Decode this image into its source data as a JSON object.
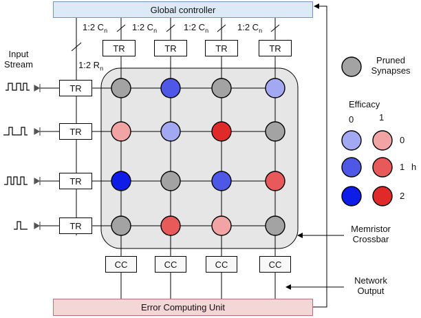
{
  "controller": {
    "label": "Global controller"
  },
  "error_unit": {
    "label": "Error Computing Unit"
  },
  "input_stream": {
    "line1": "Input",
    "line2": "Stream"
  },
  "ratio_col": {
    "prefix": "1:2 C",
    "sub": "n"
  },
  "ratio_row": {
    "prefix": "1:2 R",
    "sub": "n"
  },
  "tr_label": "TR",
  "cc_label": "CC",
  "legend": {
    "pruned_line1": "Pruned",
    "pruned_line2": "Synapses",
    "efficacy_title": "Efficacy",
    "col_labels": [
      "0",
      "1"
    ],
    "row_labels": [
      "0",
      "1",
      "2"
    ],
    "h_label": "h"
  },
  "crossbar_label": {
    "line1": "Memristor",
    "line2": "Crossbar"
  },
  "network_output": {
    "line1": "Network",
    "line2": "Output"
  },
  "colors": {
    "pruned": "#a3a3a3",
    "blue_0": "#a3a8f2",
    "blue_1": "#4f57e6",
    "blue_2": "#0d1ce6",
    "red_0": "#f2a3a3",
    "red_1": "#e85a5a",
    "red_2": "#e02a2a"
  },
  "grid": [
    [
      "pruned",
      "blue_1",
      "pruned",
      "blue_0"
    ],
    [
      "red_0",
      "blue_0",
      "red_2",
      "pruned"
    ],
    [
      "blue_2",
      "pruned",
      "blue_1",
      "red_1"
    ],
    [
      "pruned",
      "red_1",
      "red_0",
      "pruned"
    ]
  ]
}
